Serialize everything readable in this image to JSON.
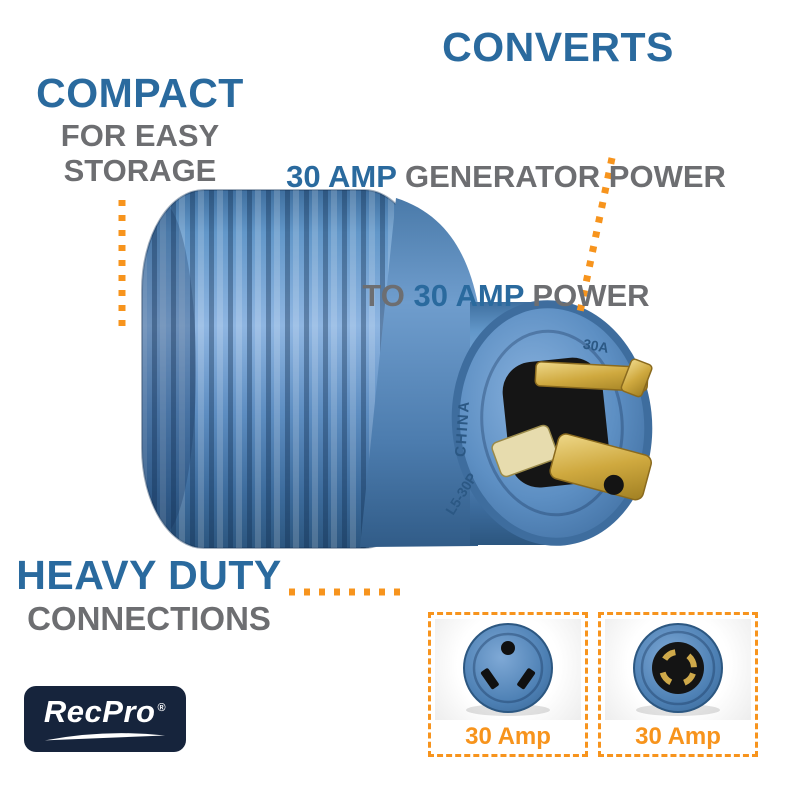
{
  "colors": {
    "accent_blue": "#2a6a9e",
    "text_gray": "#6d6e71",
    "orange": "#f7941d",
    "adapter_blue": "#5d8fc3",
    "brass": "#cfa93f",
    "logo_navy": "#16243c"
  },
  "callouts": {
    "compact": {
      "title": "COMPACT",
      "line1": "FOR EASY",
      "line2": "STORAGE"
    },
    "converts": {
      "title": "CONVERTS",
      "line1_accent": "30 AMP",
      "line1_rest": " GENERATOR POWER",
      "line2_pre": "TO ",
      "line2_accent": "30 AMP",
      "line2_rest": " POWER"
    },
    "heavy_duty": {
      "title": "HEAVY DUTY",
      "subtitle": "CONNECTIONS"
    }
  },
  "product": {
    "markings": {
      "country": "CHINA",
      "rating": "30A",
      "model": "L5-30P"
    }
  },
  "insets": [
    {
      "label": "30 Amp"
    },
    {
      "label": "30 Amp"
    }
  ],
  "logo": {
    "brand": "RecPro",
    "registered": "®"
  }
}
